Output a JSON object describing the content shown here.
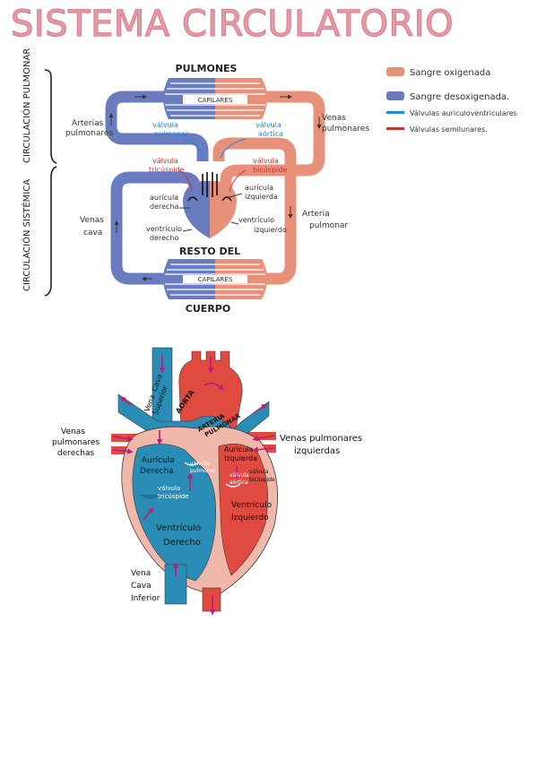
{
  "title": "SISTEMA CIRCULATORIO",
  "colors": {
    "oxygenated": "#e8917a",
    "deoxygenated": "#6a7cc0",
    "av_valves": "#1e88e5",
    "semilunar_valves": "#d32f2f",
    "heart_blue": "#2a8db5",
    "heart_red": "#e04a3f",
    "arrow": "#c2187a"
  },
  "legend": {
    "oxygenated": "Sangre oxigenada",
    "deoxygenated": "Sangre desoxigenada.",
    "av_valves": "Válvulas auriculoventriculares",
    "semilunar_valves": "Válvulas semilunares."
  },
  "brackets": {
    "pulmonary": "CIRCULACIÓN PULMONAR",
    "systemic": "CIRCULACIÓN SISTÉMICA"
  },
  "circulation_labels": {
    "lungs": "PULMONES",
    "capillaries_top": "CAPILARES",
    "pulmonary_arteries_1": "Arterias",
    "pulmonary_arteries_2": "pulmonares",
    "pulmonary_veins_1": "Venas",
    "pulmonary_veins_2": "pulmonares",
    "pulmonary_valve_1": "válvula",
    "pulmonary_valve_2": "pulmonar",
    "aortic_valve_1": "válvula",
    "aortic_valve_2": "aórtica",
    "tricuspid_valve_1": "válvula",
    "tricuspid_valve_2": "tricúspide",
    "bicuspid_valve_1": "válvula",
    "bicuspid_valve_2": "bicúspide",
    "right_atrium_1": "aurícula",
    "right_atrium_2": "derecha",
    "left_atrium_1": "aurícula",
    "left_atrium_2": "izquierda",
    "right_ventricle_1": "ventrículo",
    "right_ventricle_2": "derecho",
    "left_ventricle_1": "ventrículo",
    "left_ventricle_2": "izquierdo",
    "venae_cavae_1": "Venas",
    "venae_cavae_2": "cava",
    "pulmonary_artery_1": "Arteria",
    "pulmonary_artery_2": "pulmonar",
    "rest_of_body_1": "RESTO DEL",
    "capillaries_bottom": "CAPILARES",
    "rest_of_body_2": "CUERPO"
  },
  "heart_labels": {
    "superior_vena_cava_1": "Vena",
    "superior_vena_cava_2": "Cava",
    "superior_vena_cava_3": "Superior",
    "aorta": "AORTA",
    "pulmonary_artery_1": "ARTERIA",
    "pulmonary_artery_2": "PULMONAR",
    "right_pulmonary_veins_1": "Venas",
    "right_pulmonary_veins_2": "pulmonares",
    "right_pulmonary_veins_3": "derechas",
    "left_pulmonary_veins_1": "Venas pulmonares",
    "left_pulmonary_veins_2": "izquierdas",
    "right_atrium_1": "Aurícula",
    "right_atrium_2": "Derecha",
    "pulmonary_valve_1": "válvula",
    "pulmonary_valve_2": "pulmonar",
    "left_atrium_1": "Aurícula",
    "left_atrium_2": "Izquierda",
    "aortic_valve_1": "válvula",
    "aortic_valve_2": "aórtica",
    "bicuspid_valve_1": "válvula",
    "bicuspid_valve_2": "bicúspide",
    "tricuspid_valve_1": "válvula",
    "tricuspid_valve_2": "tricúspide",
    "right_ventricle_1": "Ventrículo",
    "right_ventricle_2": "Derecho",
    "left_ventricle_1": "Ventrículo",
    "left_ventricle_2": "Izquierdo",
    "inferior_vena_cava_1": "Vena",
    "inferior_vena_cava_2": "Cava",
    "inferior_vena_cava_3": "Inferior"
  }
}
